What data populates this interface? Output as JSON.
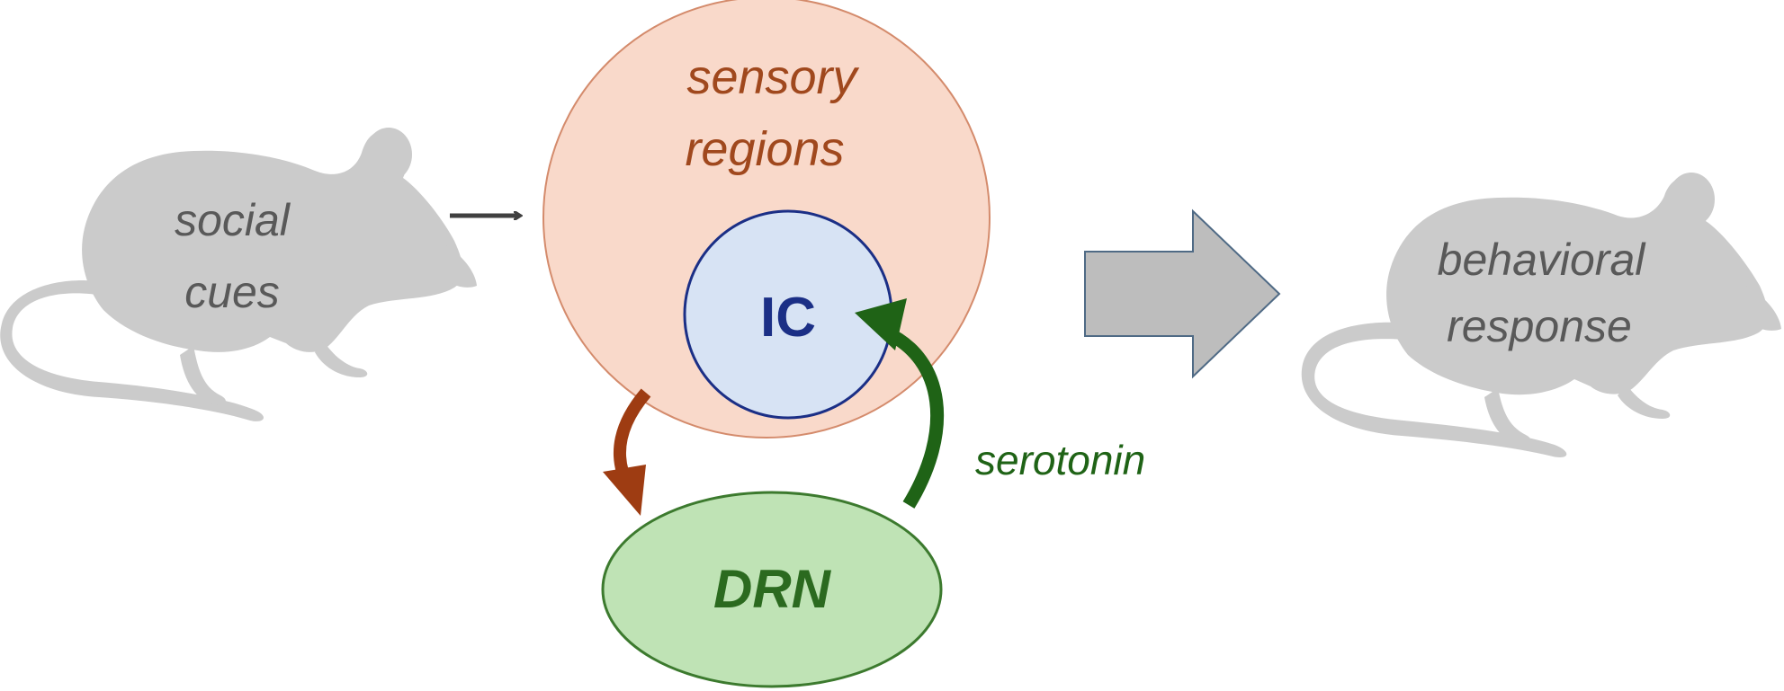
{
  "nodes": {
    "left_mouse": {
      "line1": "social",
      "line2": "cues"
    },
    "sensory": {
      "line1": "sensory",
      "line2": "regions"
    },
    "ic": {
      "label": "IC"
    },
    "drn": {
      "label": "DRN"
    },
    "right_mouse": {
      "line1": "behavioral",
      "line2": "response"
    }
  },
  "edges": {
    "serotonin": {
      "label": "serotonin"
    }
  },
  "colors": {
    "mouse_fill": "#cbcbcb",
    "mouse_text": "#595959",
    "sensory_fill": "#f9d9ca",
    "sensory_stroke": "#d48b6c",
    "sensory_text": "#a0481d",
    "ic_fill": "#d7e3f4",
    "ic_stroke": "#1b2f86",
    "ic_text": "#1b2f86",
    "drn_fill": "#bfe3b5",
    "drn_stroke": "#3c7a2e",
    "drn_text": "#2b6a1f",
    "serotonin_arrow": "#1f6316",
    "brown_arrow": "#9e3c12",
    "big_arrow_fill": "#bdbdbd",
    "big_arrow_stroke": "#4f6a85",
    "small_arrow": "#404040"
  }
}
